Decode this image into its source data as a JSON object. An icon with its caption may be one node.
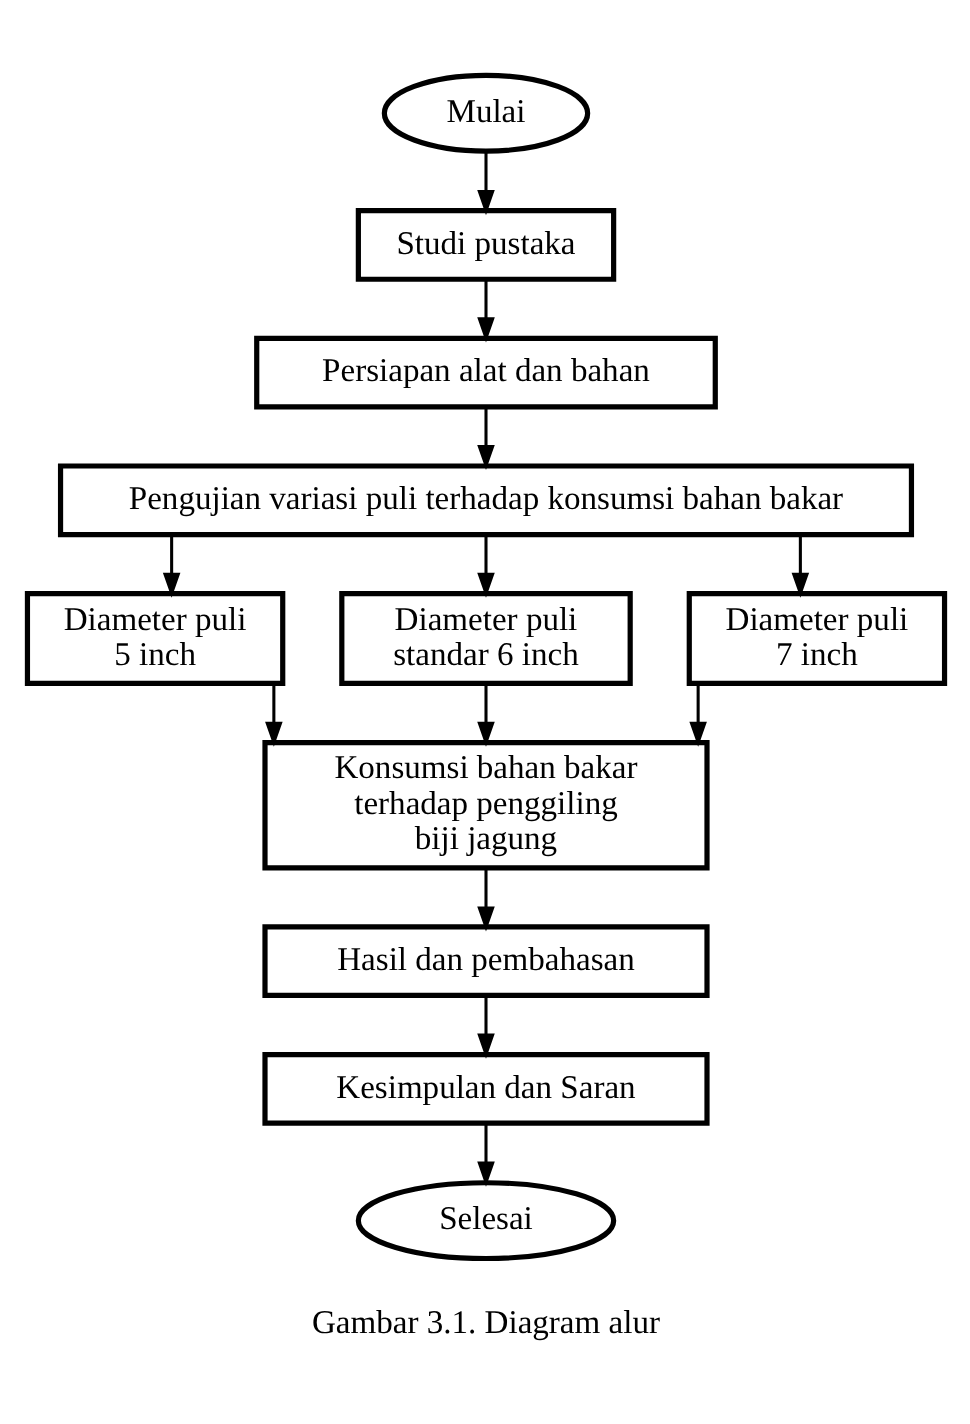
{
  "diagram": {
    "caption": "Gambar 3.1. Diagram alur",
    "nodes": [
      {
        "text": [
          "Mulai"
        ]
      },
      {
        "text": [
          "Studi pustaka"
        ]
      },
      {
        "text": [
          "Persiapan alat dan bahan"
        ]
      },
      {
        "text": [
          "Pengujian variasi puli terhadap konsumsi bahan bakar"
        ]
      },
      {
        "text": [
          "Diameter puli 5 inch"
        ]
      },
      {
        "text": [
          "Diameter puli standar 6 inch"
        ]
      },
      {
        "text": [
          "Diameter puli 7 inch"
        ]
      },
      {
        "text": [
          "Konsumsi bahan bakar terhadap penggiling biji jagung"
        ]
      },
      {
        "text": [
          "Hasil dan pembahasan"
        ]
      },
      {
        "text": [
          "Kesimpulan dan Saran"
        ]
      },
      {
        "text": [
          "Selesai"
        ]
      }
    ],
    "edges": [
      {
        "from": 0,
        "to": 1,
        "arrow": "to"
      },
      {
        "from": 1,
        "to": 2,
        "arrow": "to"
      },
      {
        "from": 2,
        "to": 3,
        "arrow": "to"
      },
      {
        "from": 3,
        "to": 4,
        "arrow": "to"
      },
      {
        "from": 3,
        "to": 5,
        "arrow": "to"
      },
      {
        "from": 3,
        "to": 6,
        "arrow": "to"
      },
      {
        "from": 4,
        "to": 7,
        "arrow": "to"
      },
      {
        "from": 5,
        "to": 7,
        "arrow": "to"
      },
      {
        "from": 6,
        "to": 7,
        "arrow": "to"
      },
      {
        "from": 7,
        "to": 8,
        "arrow": "to"
      },
      {
        "from": 8,
        "to": 9,
        "arrow": "to"
      },
      {
        "from": 9,
        "to": 10,
        "arrow": "to"
      }
    ]
  }
}
